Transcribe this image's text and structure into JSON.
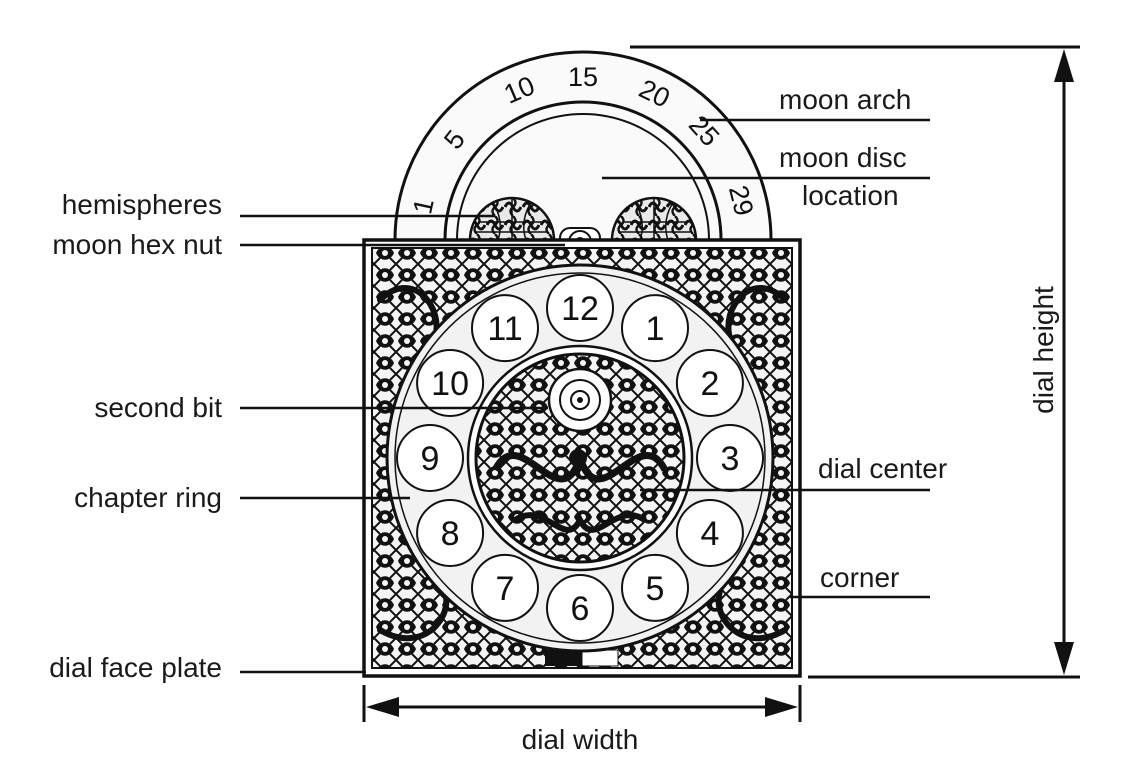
{
  "labels": {
    "moon_arch": "moon arch",
    "moon_disc_line1": "moon disc",
    "moon_disc_line2": "location",
    "hemispheres": "hemispheres",
    "moon_hex_nut": "moon hex nut",
    "second_bit": "second bit",
    "chapter_ring": "chapter ring",
    "dial_face_plate": "dial face plate",
    "dial_center": "dial center",
    "corner": "corner",
    "dial_height": "dial height",
    "dial_width": "dial width"
  },
  "moon_arch_numbers": [
    "1",
    "5",
    "10",
    "15",
    "20",
    "25",
    "29"
  ],
  "hour_numerals": [
    "12",
    "1",
    "2",
    "3",
    "4",
    "5",
    "6",
    "7",
    "8",
    "9",
    "10",
    "11"
  ],
  "colors": {
    "ink": "#111111",
    "paper": "#ffffff",
    "ring": "#f2f2f2"
  }
}
